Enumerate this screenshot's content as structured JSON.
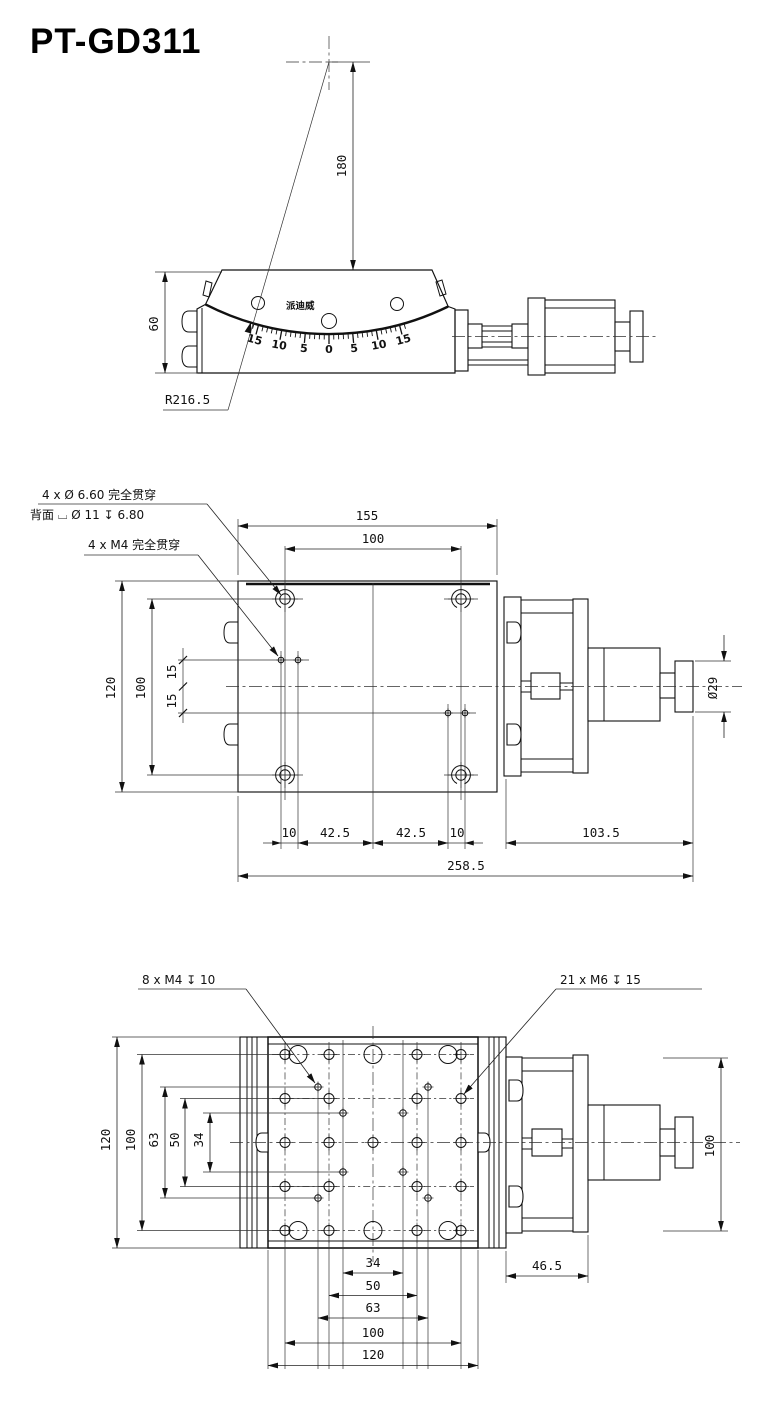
{
  "title": "PT-GD311",
  "colors": {
    "line": "#111111",
    "background": "#ffffff"
  },
  "side_view": {
    "dim_height": "180",
    "dim_base_height": "60",
    "dim_radius": "R216.5",
    "brand": "派迪威",
    "scale_ticks": [
      "15",
      "10",
      "5",
      "0",
      "5",
      "10",
      "15"
    ]
  },
  "plan_view": {
    "callout_counterbore_line1": "4 x Ø 6.60 完全贯穿",
    "callout_counterbore_line2": "背面 ⌴ Ø 11 ↧ 6.80",
    "callout_m4": "4 x  M4 完全贯穿",
    "dim_width_outer": "155",
    "dim_width_holes": "100",
    "dim_height_outer": "120",
    "dim_height_holes": "100",
    "dim_offset_top": "15",
    "dim_offset_bottom": "15",
    "dim_chain": [
      "10",
      "42.5",
      "42.5",
      "10"
    ],
    "dim_actuator": "103.5",
    "dim_total": "258.5",
    "dim_knob_dia": "Ø29"
  },
  "top_view": {
    "callout_m4": "8 x M4 ↧ 10",
    "callout_m6": "21 x M6 ↧ 15",
    "dims_left": [
      "120",
      "100",
      "63",
      "50",
      "34"
    ],
    "dims_bottom": [
      "34",
      "50",
      "63",
      "100",
      "120"
    ],
    "dim_actuator": "46.5",
    "dim_actuator_height": "100"
  }
}
